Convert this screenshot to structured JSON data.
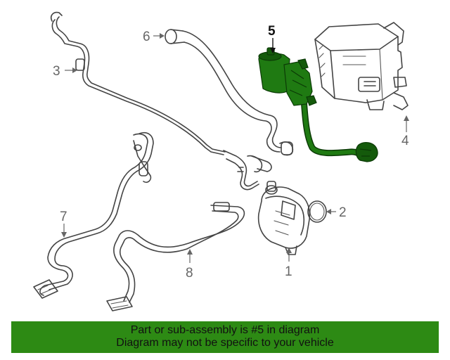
{
  "callouts": {
    "c1": "1",
    "c2": "2",
    "c3": "3",
    "c4": "4",
    "c5": "5",
    "c6": "6",
    "c7": "7",
    "c8": "8"
  },
  "highlight_color": "#2d8a14",
  "banner": {
    "line1": "Part or sub-assembly is #5 in diagram",
    "line2": "Diagram may not be specific to your vehicle"
  }
}
